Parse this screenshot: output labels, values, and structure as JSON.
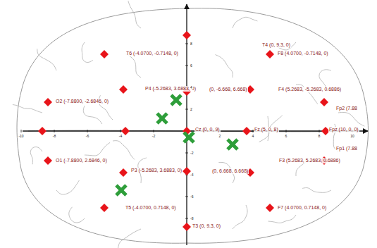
{
  "diagram": {
    "labels": [
      "T4 (0, 9.3, 0)",
      "F8 (4.0700, -0.7148, 0)",
      "T6 (-4.0700, -0.7148, 0)",
      "O2 (-7.8800, -2.6846, 0)",
      "P4 (-5.2683, 3.6883, 0)",
      "(0, -6.668, 6.668)",
      "F4 (5.2683, -5.2683, 0.6886)",
      "Fp2 (7.88",
      "Cz (0, 0, 9)",
      "Fz (5, 0, 8)",
      "Fpz (10, 0, 0)",
      "Fp1 (7.88",
      "O1 (-7.8800, 2.6846, 0)",
      "P3 (-5.2683, 3.6883, 0)",
      "(0, 6.668, 6.668)",
      "F3 (5.2683, 5.2683, 0.6886)",
      "T5 (-4.0700, 0.7148, 0)",
      "F7 (4.0700, 0.7148, 0)",
      "T3 (0, 9.3, 0)",
      "-10",
      "-8",
      "-6",
      "-4",
      "-2",
      "2",
      "4",
      "6",
      "8",
      "10",
      "8",
      "6",
      "4",
      "2",
      "-2",
      "-4",
      "-6",
      "-8"
    ]
  }
}
